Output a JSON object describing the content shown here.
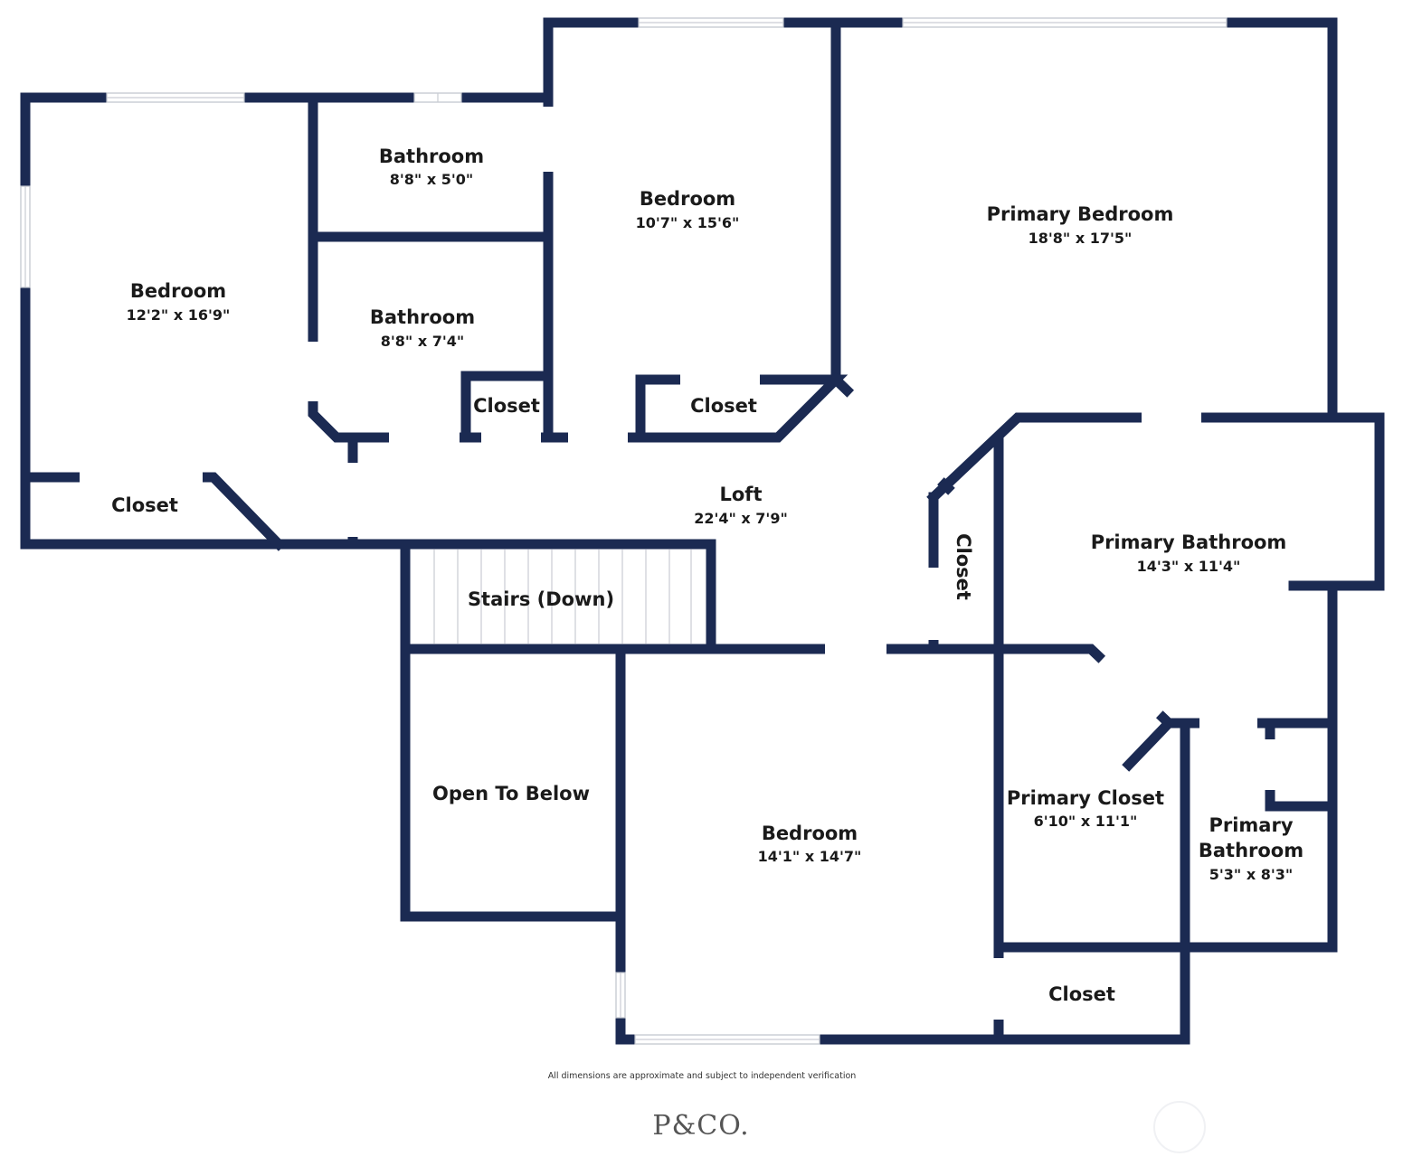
{
  "rooms": {
    "bedroom_west": {
      "name": "Bedroom",
      "dims": "12'2\" x 16'9\""
    },
    "closet_west": {
      "name": "Closet"
    },
    "bath_upper": {
      "name": "Bathroom",
      "dims": "8'8\" x 5'0\""
    },
    "bath_lower": {
      "name": "Bathroom",
      "dims": "8'8\" x 7'4\""
    },
    "closet_bath": {
      "name": "Closet"
    },
    "bedroom_center": {
      "name": "Bedroom",
      "dims": "10'7\" x 15'6\""
    },
    "closet_center": {
      "name": "Closet"
    },
    "primary_bedroom": {
      "name": "Primary Bedroom",
      "dims": "18'8\" x 17'5\""
    },
    "loft": {
      "name": "Loft",
      "dims": "22'4\" x 7'9\""
    },
    "closet_loft": {
      "name": "Closet"
    },
    "stairs": {
      "name": "Stairs (Down)"
    },
    "primary_bathroom": {
      "name": "Primary Bathroom",
      "dims": "14'3\" x 11'4\""
    },
    "open_below": {
      "name": "Open To Below"
    },
    "bedroom_south": {
      "name": "Bedroom",
      "dims": "14'1\" x 14'7\""
    },
    "primary_closet": {
      "name": "Primary Closet",
      "dims": "6'10\" x 11'1\""
    },
    "primary_bath_small": {
      "name_line1": "Primary",
      "name_line2": "Bathroom",
      "dims": "5'3\" x 8'3\""
    },
    "closet_south": {
      "name": "Closet"
    }
  },
  "footer": {
    "disclaimer": "All dimensions are approximate and subject to independent verification",
    "logo": "P&CO."
  },
  "colors": {
    "wall": "#1b2a52",
    "window": "#bfc3cc",
    "background": "#ffffff"
  }
}
